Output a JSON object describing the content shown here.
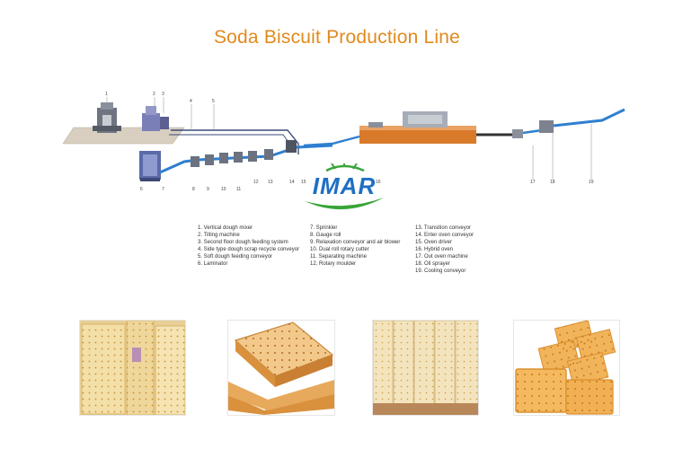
{
  "title": "Soda Biscuit Production Line",
  "logo_text": "IMAR",
  "callout_numbers": [
    "1",
    "2",
    "3",
    "4",
    "5",
    "6",
    "7",
    "8",
    "9",
    "10",
    "11",
    "12",
    "13",
    "14",
    "15",
    "16",
    "17",
    "18",
    "19"
  ],
  "legend": {
    "col1": [
      "1. Vertical dough mixer",
      "2. Tilting machine",
      "3. Second floor dough feeding system",
      "4. Side type dough scrap recycle conveyor",
      "5. Soft dough feeding conveyor",
      "6. Laminator"
    ],
    "col2": [
      "7. Sprinkler",
      "8. Gauge roll",
      "9. Relaxation conveyor and air blower",
      "10. Dual roll rotary cutter",
      "11. Separating machine",
      "12. Rotary moulder"
    ],
    "col3": [
      "13. Transition conveyor",
      "14. Enter oven conveyor",
      "15. Oven driver",
      "16. Hybrid oven",
      "17. Out oven machine",
      "18. Oil sprayer",
      "19. Cooling conveyor"
    ]
  },
  "colors": {
    "title": "#e08a1e",
    "logo_blue": "#1e6fc4",
    "logo_green": "#3aa43a",
    "conveyor_blue": "#2f7fd0",
    "oven_orange": "#d97a2b"
  },
  "icons": [
    "dough-mixer-icon",
    "tilting-machine-icon",
    "laminator-icon",
    "oven-icon",
    "biscuit-photo"
  ]
}
